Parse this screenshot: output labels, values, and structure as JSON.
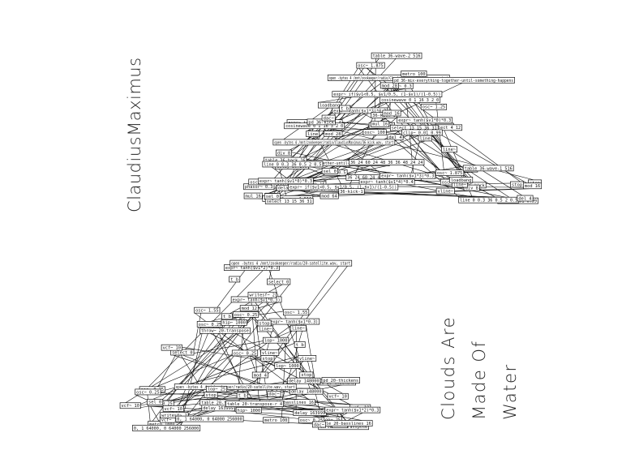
{
  "artist": "ClaudiusMaximus",
  "title_lines": [
    "Clouds Are",
    "Made Of",
    "Water"
  ],
  "patch_upper": {
    "boxes": [
      "del 4",
      "div 8",
      "metro 100",
      "t b",
      "line",
      "osc~ 0.5",
      "mod 64",
      "phasor~ 0.3",
      "select 4 12",
      "select 13 15 36 31",
      "expr~ tanh($v1*4)*0.4",
      "clip~ 0.01 0.99",
      "delay 307200",
      "stop",
      "osc~ 100",
      "line~",
      "vline~",
      "expr~ if($v1<0.5, $v1/0.5, (1-$v1)/(1-0.5))",
      "cosinewave 0 1 16 3 2 0",
      "table 36-back 16",
      "expr~ tanh($v1*3)*0.3",
      "table 36-wave-1 516",
      "table 36-wave-2 516",
      "mod 28",
      "expr~ tanh($v1*0)*0.3",
      "pd 36-kick",
      "pd 36-mix-everything-together-until-something-happens",
      "open -bytes 4 /mnt/zookeeper/radio/ClaudiusMaximus/36-kick.wav, start",
      "osc~ 1.25",
      "osc~ 1.875",
      "mod 16",
      "mul 16",
      "36 24 60 24 48 36 36 48 24 24",
      "36-kick-1",
      "loadbang",
      "dac~",
      "sel 0",
      "line 0 0.3 36 0.5 2 0.5"
    ]
  },
  "patch_lower": {
    "boxes": [
      "metro 100",
      "t b b b",
      "vline~",
      "mod 4",
      "t b",
      "select 0",
      "lop~ 25",
      "osc~ 1.55",
      "delay 163999",
      "stop",
      "throw~ 20-transpose",
      "mod 12",
      "table 20-transpose-r 4",
      "expr~ tanh($v1*2)*0.3",
      "table 20-basslines 16",
      "osc~ 0.25",
      "osc~ 0.25",
      "osc~ 0.25",
      "osc~ 0.25",
      "vcf~ 10",
      "vcf~ 10",
      "vcf~ 10",
      "hip~ 1000",
      "lop~ 1000",
      "delay 148000",
      "line~",
      "t b",
      "expr~ tanh($v1*0.3)",
      "pd 20-thickens",
      "dac~",
      "sel 0",
      "open -bytes 4 /mnt/zookeeper/radio/20-satellite.wav, start",
      "writesf~ 2",
      "0, 1 64000, 0 64000 256000",
      "stop"
    ]
  }
}
